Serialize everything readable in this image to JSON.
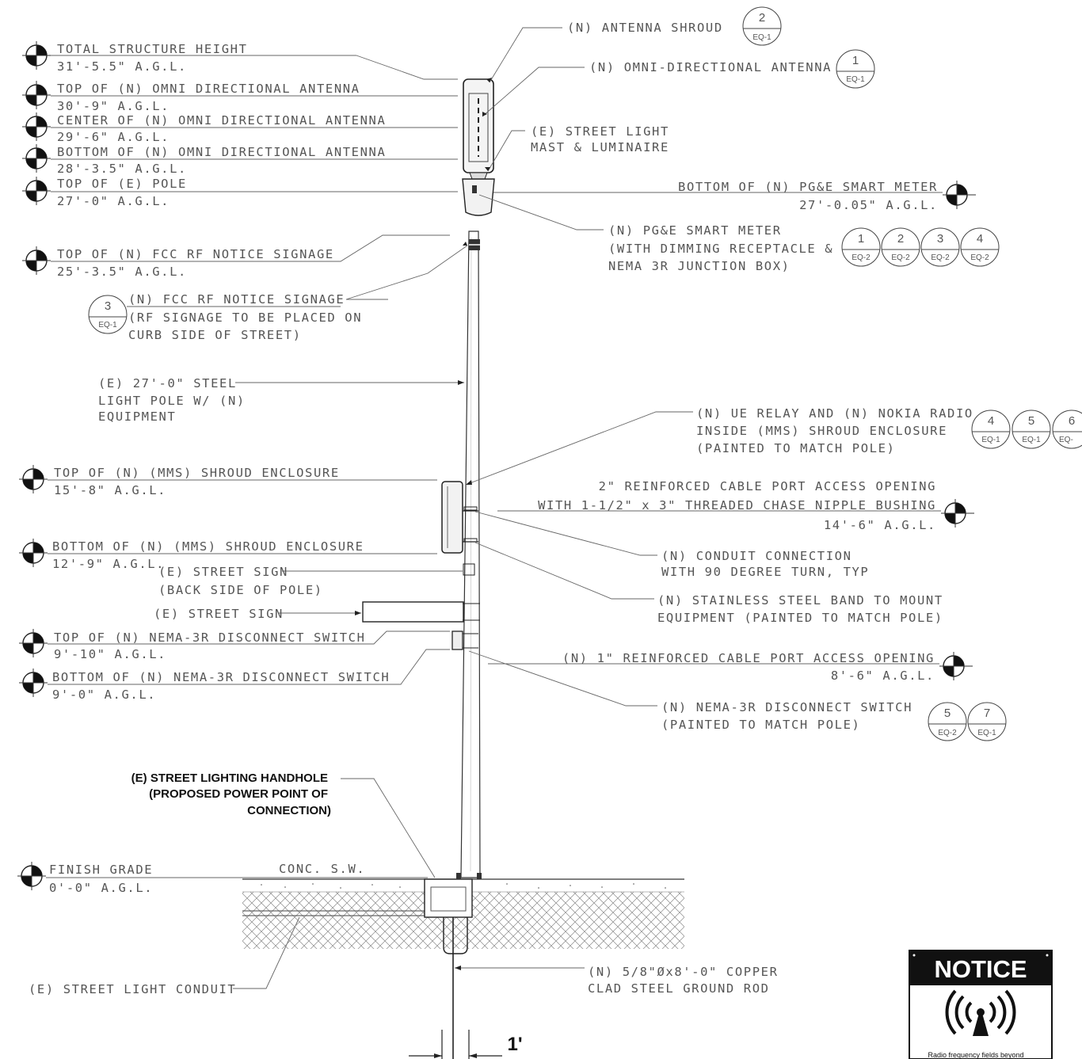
{
  "elevations": [
    {
      "id": "total-height",
      "name": "TOTAL STRUCTURE HEIGHT",
      "value": "31'-5.5\" A.G.L."
    },
    {
      "id": "top-omni",
      "name": "TOP OF (N) OMNI DIRECTIONAL ANTENNA",
      "value": "30'-9\" A.G.L."
    },
    {
      "id": "center-omni",
      "name": "CENTER OF (N) OMNI DIRECTIONAL ANTENNA",
      "value": "29'-6\" A.G.L."
    },
    {
      "id": "bottom-omni",
      "name": "BOTTOM OF (N) OMNI DIRECTIONAL ANTENNA",
      "value": "28'-3.5\" A.G.L."
    },
    {
      "id": "top-pole",
      "name": "TOP OF (E) POLE",
      "value": "27'-0\" A.G.L."
    },
    {
      "id": "top-fcc",
      "name": "TOP OF (N) FCC RF NOTICE SIGNAGE",
      "value": "25'-3.5\" A.G.L."
    },
    {
      "id": "top-mms",
      "name": "TOP OF (N) (MMS) SHROUD ENCLOSURE",
      "value": "15'-8\" A.G.L."
    },
    {
      "id": "bottom-mms",
      "name": "BOTTOM OF (N) (MMS) SHROUD ENCLOSURE",
      "value": "12'-9\" A.G.L."
    },
    {
      "id": "top-nema",
      "name": "TOP OF (N) NEMA-3R DISCONNECT SWITCH",
      "value": "9'-10\" A.G.L."
    },
    {
      "id": "bottom-nema",
      "name": "BOTTOM OF (N) NEMA-3R DISCONNECT SWITCH",
      "value": "9'-0\" A.G.L."
    },
    {
      "id": "finish-grade",
      "name": "FINISH GRADE",
      "value": "0'-0\" A.G.L."
    },
    {
      "id": "smart-meter-bottom",
      "name": "BOTTOM OF (N) PG&E SMART METER",
      "value": "27'-0.05\" A.G.L."
    },
    {
      "id": "cable-port-2",
      "name": "2\" REINFORCED CABLE PORT ACCESS OPENING",
      "name2": "WITH 1-1/2\" x 3\" THREADED CHASE NIPPLE BUSHING",
      "value": "14'-6\" A.G.L."
    },
    {
      "id": "cable-port-1",
      "name": "(N) 1\" REINFORCED CABLE PORT ACCESS OPENING",
      "value": "8'-6\" A.G.L."
    }
  ],
  "callouts": {
    "antenna_shroud": "(N) ANTENNA SHROUD",
    "omni_antenna": "(N) OMNI-DIRECTIONAL ANTENNA",
    "street_light": [
      "(E) STREET LIGHT",
      "MAST & LUMINAIRE"
    ],
    "smart_meter": [
      "(N) PG&E SMART METER",
      "(WITH DIMMING RECEPTACLE &",
      "NEMA 3R JUNCTION BOX)"
    ],
    "fcc_signage": [
      "(N) FCC RF NOTICE SIGNAGE",
      "(RF SIGNAGE TO BE PLACED ON",
      "CURB SIDE OF STREET)"
    ],
    "steel_pole": [
      "(E) 27'-0\" STEEL",
      "LIGHT POLE W/ (N)",
      "EQUIPMENT"
    ],
    "ue_relay": [
      "(N) UE RELAY AND (N) NOKIA RADIO",
      "INSIDE (MMS) SHROUD ENCLOSURE",
      "(PAINTED TO MATCH POLE)"
    ],
    "conduit_connection": [
      "(N) CONDUIT CONNECTION",
      "WITH 90 DEGREE TURN, TYP"
    ],
    "stainless_band": [
      "(N) STAINLESS STEEL BAND TO MOUNT",
      "EQUIPMENT (PAINTED TO MATCH POLE)"
    ],
    "street_sign_back": [
      "(E) STREET SIGN",
      "(BACK SIDE OF POLE)"
    ],
    "street_sign": "(E) STREET SIGN",
    "nema_switch": [
      "(N) NEMA-3R DISCONNECT SWITCH",
      "(PAINTED TO MATCH POLE)"
    ],
    "handhole": [
      "(E) STREET LIGHTING HANDHOLE",
      "(PROPOSED POWER POINT OF",
      "CONNECTION)"
    ],
    "conc_sw": "CONC. S.W.",
    "street_light_conduit": "(E) STREET LIGHT CONDUIT",
    "ground_rod": [
      "(N) 5/8\"Øx8'-0\" COPPER",
      "CLAD STEEL GROUND ROD"
    ]
  },
  "detail_tags": {
    "antenna_shroud": [
      {
        "num": "2",
        "ref": "EQ-1"
      }
    ],
    "omni_antenna": [
      {
        "num": "1",
        "ref": "EQ-1"
      }
    ],
    "smart_meter": [
      {
        "num": "1",
        "ref": "EQ-2"
      },
      {
        "num": "2",
        "ref": "EQ-2"
      },
      {
        "num": "3",
        "ref": "EQ-2"
      },
      {
        "num": "4",
        "ref": "EQ-2"
      }
    ],
    "fcc_signage": [
      {
        "num": "3",
        "ref": "EQ-1"
      }
    ],
    "ue_relay": [
      {
        "num": "4",
        "ref": "EQ-1"
      },
      {
        "num": "5",
        "ref": "EQ-1"
      },
      {
        "num": "6",
        "ref": "EQ-"
      }
    ],
    "nema_switch": [
      {
        "num": "5",
        "ref": "EQ-2"
      },
      {
        "num": "7",
        "ref": "EQ-1"
      }
    ]
  },
  "notice_sign": {
    "heading": "NOTICE",
    "body": "Radio frequency fields beyond"
  },
  "scale_dimension": "1'"
}
